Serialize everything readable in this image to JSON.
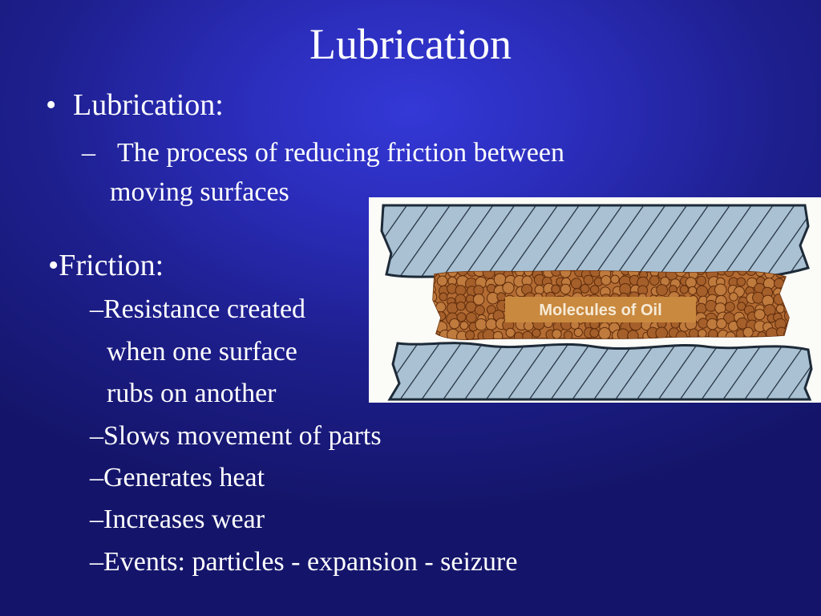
{
  "slide": {
    "title": "Lubrication",
    "bullet_lubrication": {
      "bullet": "•",
      "label": "Lubrication:",
      "sub_dash": "–",
      "sub_line1": "The process of reducing friction between",
      "sub_line2": "moving surfaces"
    },
    "bullet_friction": {
      "label": "•Friction:",
      "items": [
        "–Resistance created",
        "when one surface",
        "rubs on another",
        "–Slows movement of parts",
        "–Generates  heat",
        "–Increases wear",
        "–Events:  particles - expansion - seizure"
      ]
    },
    "diagram": {
      "label": "Molecules of Oil",
      "colors": {
        "metal_fill": "#a9c1d3",
        "hatch": "#1d2a38",
        "oil_fill": "#b46c33",
        "oil_outline": "#6b3410",
        "label_box": "#c9893f",
        "background": "#fbfbf7"
      }
    }
  }
}
